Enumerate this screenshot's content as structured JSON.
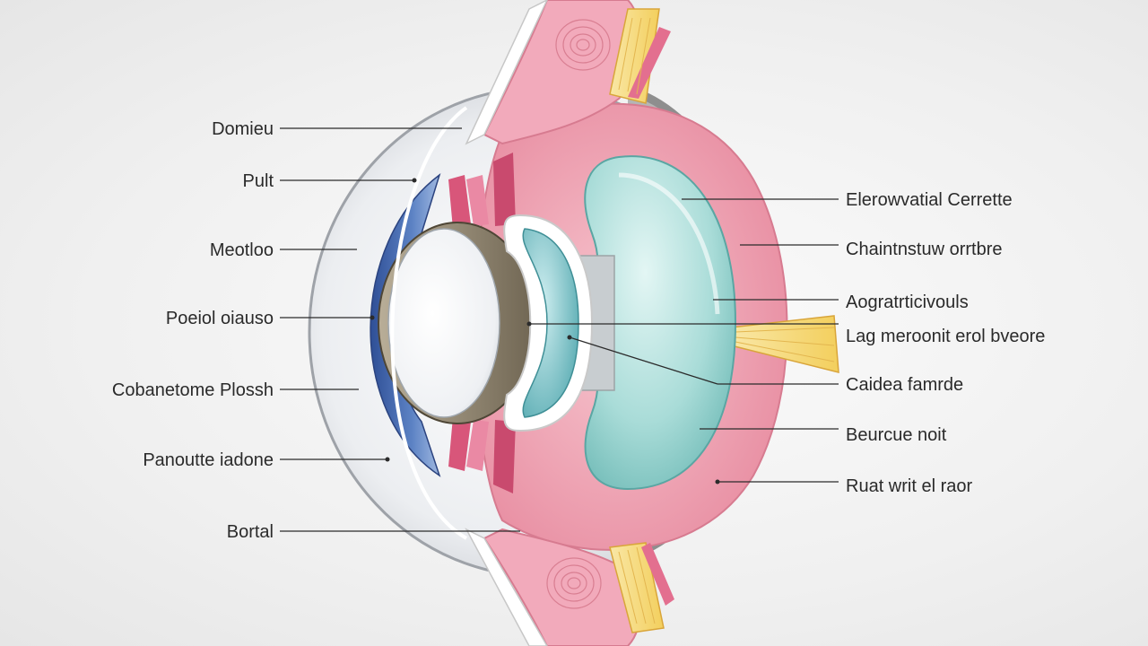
{
  "labels_left": [
    "Domieu",
    "Pult",
    "Meotloo",
    "Poeiol oiauso",
    "Cobanetome Plossh",
    "Panoutte iadone",
    "Bortal"
  ],
  "labels_right": [
    "Elerowvatial Cerrette",
    "Chaintnstuw orrtbre",
    "Aogratrticivouls",
    "Lag meroonit erol bveore",
    "Caidea famrde",
    "Beurcue noit",
    "Ruat writ el raor"
  ],
  "colors": {
    "sclera_gray": "#8e8e8e",
    "pink_tissue": "#eea3b4",
    "cornea_blue": "#3f63a8",
    "teal_body": "#9fd6d4",
    "nerve_yellow": "#f4d879"
  }
}
